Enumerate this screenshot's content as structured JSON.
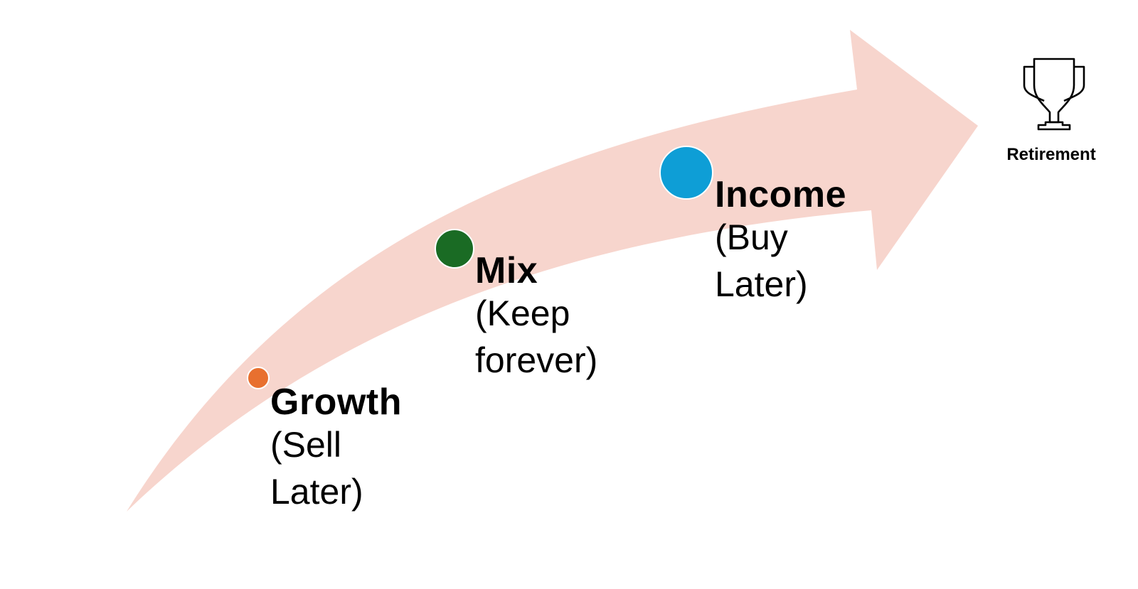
{
  "diagram": {
    "arrow": {
      "color": "#F7D5CD",
      "direction": "curved-upward-right"
    },
    "stages": [
      {
        "title": "Growth",
        "subtitle_lines": [
          "(Sell",
          "Later)"
        ],
        "dot_color": "#E8702F",
        "dot_size": "small"
      },
      {
        "title": "Mix",
        "subtitle_lines": [
          "(Keep",
          "forever)"
        ],
        "dot_color": "#1A6B24",
        "dot_size": "medium"
      },
      {
        "title": "Income",
        "subtitle_lines": [
          "(Buy",
          "Later)"
        ],
        "dot_color": "#0E9ED6",
        "dot_size": "large"
      }
    ],
    "goal": {
      "label": "Retirement",
      "icon": "trophy-icon"
    }
  }
}
